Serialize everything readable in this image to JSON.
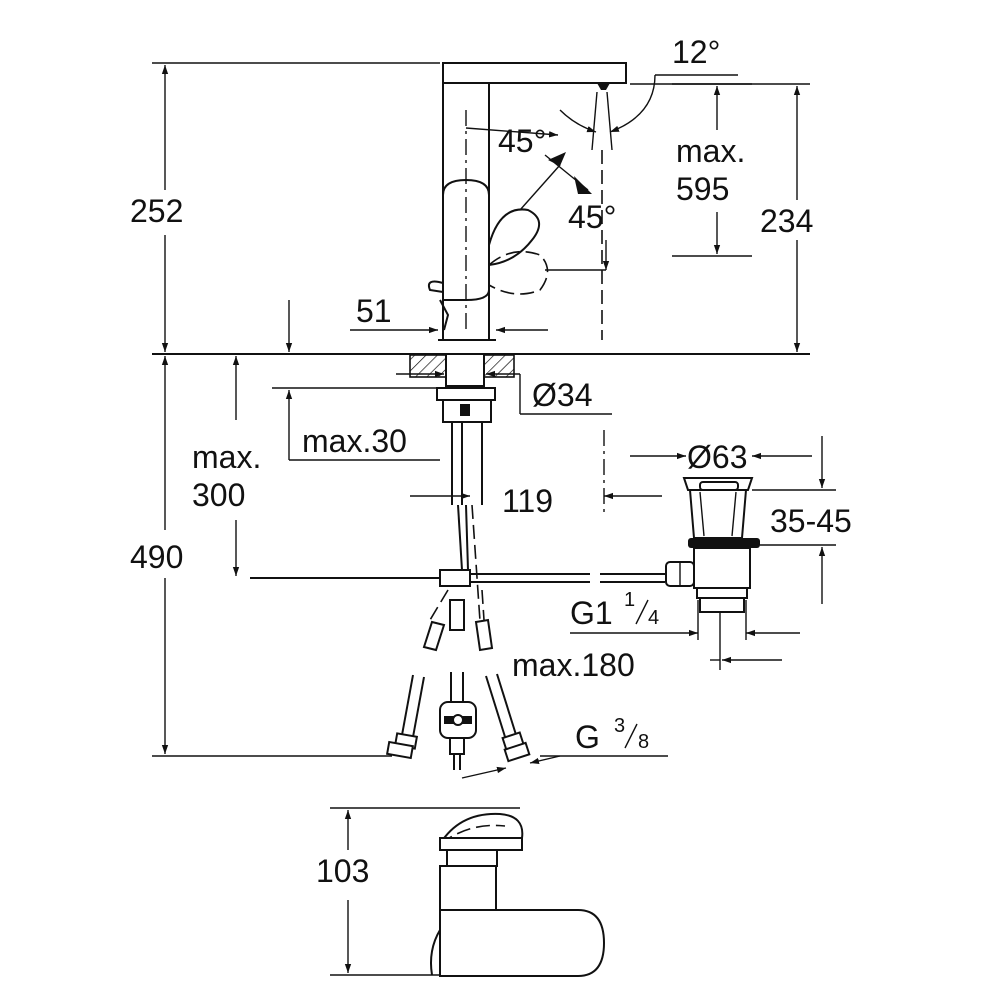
{
  "dimensions": {
    "angle_12": "12°",
    "max_595_line1": "max.",
    "max_595_line2": "595",
    "angle_45_upper": "45°",
    "angle_45_lower": "45°",
    "height_252": "252",
    "height_234": "234",
    "width_51": "51",
    "diameter_34": "Ø34",
    "max_30": "max.30",
    "max_300_line1": "max.",
    "max_300_line2": "300",
    "reach_119": "119",
    "diameter_63": "Ø63",
    "range_35_45": "35-45",
    "height_490": "490",
    "thread_g1_main": "G1",
    "thread_g1_num": "1",
    "thread_g1_den": "4",
    "max_180": "max.180",
    "thread_g38_main": "G",
    "thread_g38_num": "3",
    "thread_g38_den": "8",
    "height_103": "103"
  }
}
